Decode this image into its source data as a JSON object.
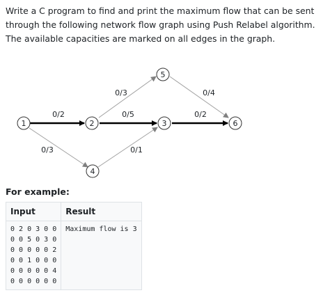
{
  "question": {
    "text": "Write a C program to find and print the maximum flow that can be sent through the following network flow graph using Push Relabel algorithm. The available capacities are marked on all edges in the graph."
  },
  "graph": {
    "nodes": [
      {
        "id": "n1",
        "label": "1"
      },
      {
        "id": "n2",
        "label": "2"
      },
      {
        "id": "n3",
        "label": "3"
      },
      {
        "id": "n4",
        "label": "4"
      },
      {
        "id": "n5",
        "label": "5"
      },
      {
        "id": "n6",
        "label": "6"
      }
    ],
    "edges": [
      {
        "from": "1",
        "to": "2",
        "label": "0/2"
      },
      {
        "from": "1",
        "to": "4",
        "label": "0/3"
      },
      {
        "from": "2",
        "to": "5",
        "label": "0/3"
      },
      {
        "from": "2",
        "to": "3",
        "label": "0/5"
      },
      {
        "from": "4",
        "to": "3",
        "label": "0/1"
      },
      {
        "from": "5",
        "to": "6",
        "label": "0/4"
      },
      {
        "from": "3",
        "to": "6",
        "label": "0/2"
      }
    ]
  },
  "example": {
    "heading": "For example:",
    "columns": [
      "Input",
      "Result"
    ],
    "input_lines": [
      "0 2 0 3 0 0",
      "0 0 5 0 3 0",
      "0 0 0 0 0 2",
      "0 0 1 0 0 0",
      "0 0 0 0 0 4",
      "0 0 0 0 0 0"
    ],
    "result": "Maximum flow is 3"
  },
  "colors": {
    "text": "#1d2125",
    "edge_thick": "#000000",
    "edge_thin": "#a0a0a0",
    "table_border": "#dee2e6",
    "table_bg": "#f8f9fa"
  }
}
